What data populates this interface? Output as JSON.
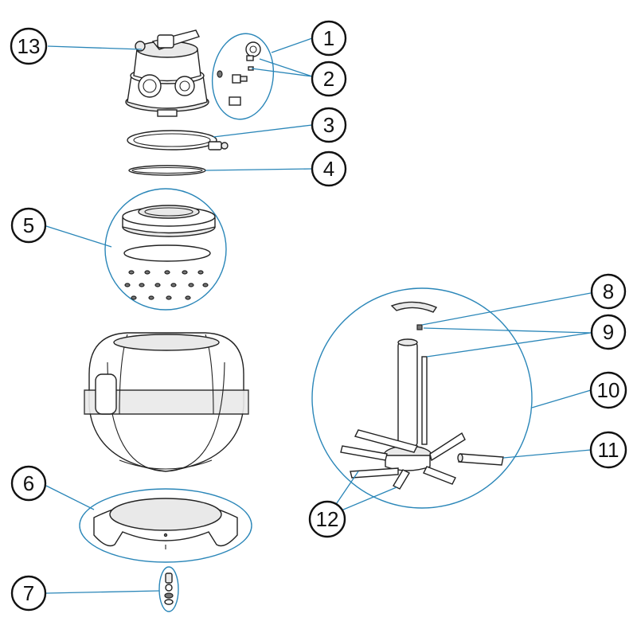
{
  "callouts": [
    {
      "id": "1",
      "label": "1"
    },
    {
      "id": "2",
      "label": "2"
    },
    {
      "id": "3",
      "label": "3"
    },
    {
      "id": "4",
      "label": "4"
    },
    {
      "id": "5",
      "label": "5"
    },
    {
      "id": "6",
      "label": "6"
    },
    {
      "id": "7",
      "label": "7"
    },
    {
      "id": "8",
      "label": "8"
    },
    {
      "id": "9",
      "label": "9"
    },
    {
      "id": "10",
      "label": "10"
    },
    {
      "id": "11",
      "label": "11"
    },
    {
      "id": "12",
      "label": "12"
    },
    {
      "id": "13",
      "label": "13"
    }
  ],
  "colors": {
    "leader": "#2a86b8",
    "outline": "#222222",
    "background": "#ffffff"
  }
}
